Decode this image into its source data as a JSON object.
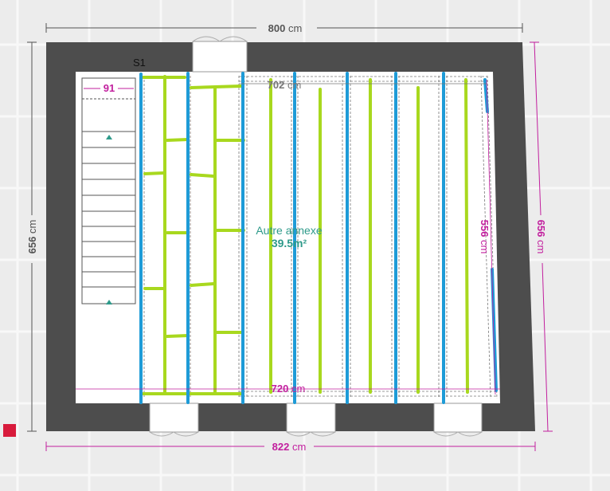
{
  "plan": {
    "room": {
      "name": "Autre annexe",
      "area": "39.5m²"
    },
    "stair_label": "S1",
    "stair_width": "91",
    "dimensions": {
      "outer_top": {
        "value": "800",
        "unit": "cm"
      },
      "outer_bottom": {
        "value": "822",
        "unit": "cm"
      },
      "outer_left": {
        "value": "656",
        "unit": "cm"
      },
      "outer_right": {
        "value": "656",
        "unit": "cm"
      },
      "inner_top": {
        "value": "702",
        "unit": "cm"
      },
      "inner_bottom": {
        "value": "720",
        "unit": "cm"
      },
      "inner_right": {
        "value": "556",
        "unit": "cm"
      }
    }
  },
  "colors": {
    "wall": "#4d4d4d",
    "floor": "#ffffff",
    "background": "#ececec",
    "grid": "#f7f7f7",
    "dimension": "#c21f9e",
    "outer_dimension": "#555555",
    "joist_blue": "#1e9bd7",
    "joist_green": "#a8d81e",
    "room_label": "#2e9a8a",
    "stair_line": "#555555",
    "handle": "#d81b3c"
  }
}
